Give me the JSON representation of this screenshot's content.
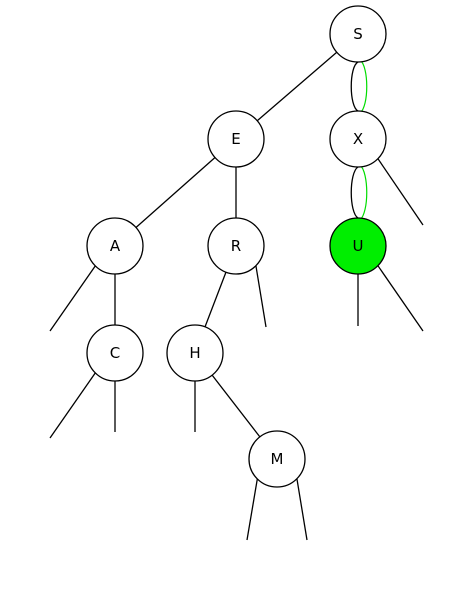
{
  "tree": {
    "nodes": [
      {
        "id": "S",
        "label": "S",
        "highlighted": false
      },
      {
        "id": "E",
        "label": "E",
        "highlighted": false
      },
      {
        "id": "X",
        "label": "X",
        "highlighted": false
      },
      {
        "id": "A",
        "label": "A",
        "highlighted": false
      },
      {
        "id": "R",
        "label": "R",
        "highlighted": false
      },
      {
        "id": "U",
        "label": "U",
        "highlighted": true
      },
      {
        "id": "C",
        "label": "C",
        "highlighted": false
      },
      {
        "id": "H",
        "label": "H",
        "highlighted": false
      },
      {
        "id": "M",
        "label": "M",
        "highlighted": false
      }
    ],
    "edges": [
      {
        "from": "S",
        "to": "E"
      },
      {
        "from": "S",
        "to": "X"
      },
      {
        "from": "E",
        "to": "A"
      },
      {
        "from": "E",
        "to": "R"
      },
      {
        "from": "X",
        "to": "U"
      },
      {
        "from": "A",
        "to": "C"
      },
      {
        "from": "R",
        "to": "H"
      },
      {
        "from": "H",
        "to": "M"
      }
    ],
    "null_links": [
      {
        "node": "X",
        "side": "right"
      },
      {
        "node": "A",
        "side": "left"
      },
      {
        "node": "R",
        "side": "right"
      },
      {
        "node": "U",
        "side": "left"
      },
      {
        "node": "U",
        "side": "right"
      },
      {
        "node": "C",
        "side": "left"
      },
      {
        "node": "C",
        "side": "right"
      },
      {
        "node": "H",
        "side": "left"
      },
      {
        "node": "M",
        "side": "left"
      },
      {
        "node": "M",
        "side": "right"
      }
    ],
    "search_path": [
      "S",
      "X",
      "U"
    ],
    "colors": {
      "node_fill": "#ffffff",
      "node_stroke": "#000000",
      "highlight_fill": "#00ee00",
      "path_color": "#00dd00",
      "edge_color": "#000000"
    }
  }
}
